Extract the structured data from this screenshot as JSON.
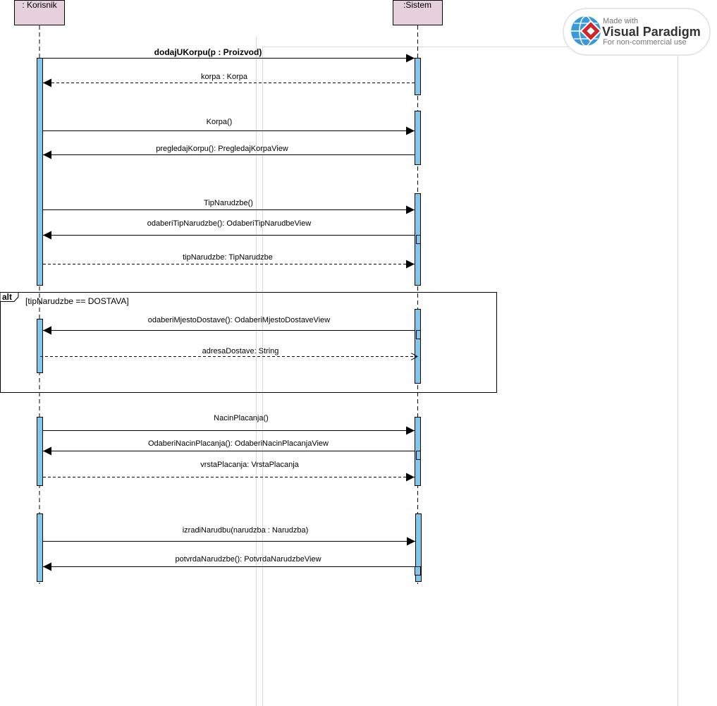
{
  "participants": [
    {
      "id": "korisnik",
      "label": ": Korisnik"
    },
    {
      "id": "sistem",
      "label": ":Sistem"
    }
  ],
  "messages": [
    {
      "label": "dodajUKorpu(p : Proizvod)",
      "bold": true,
      "type": "call",
      "from": "korisnik",
      "to": "sistem"
    },
    {
      "label": "korpa : Korpa",
      "type": "return",
      "from": "sistem",
      "to": "korisnik"
    },
    {
      "label": "Korpa()",
      "type": "call",
      "from": "korisnik",
      "to": "sistem"
    },
    {
      "label": "pregledajKorpu(): PregledajKorpaView",
      "type": "call",
      "from": "sistem",
      "to": "korisnik"
    },
    {
      "label": "TipNarudzbe()",
      "type": "call",
      "from": "korisnik",
      "to": "sistem"
    },
    {
      "label": "odaberiTipNarudzbe(): OdaberiTipNarudbeView",
      "type": "call",
      "from": "sistem",
      "to": "korisnik"
    },
    {
      "label": "tipNarudzbe: TipNarudzbe",
      "type": "return",
      "from": "korisnik",
      "to": "sistem"
    },
    {
      "label": "odaberiMjestoDostave(): OdaberiMjestoDostaveView",
      "type": "call",
      "from": "sistem",
      "to": "korisnik"
    },
    {
      "label": "adresaDostave: String",
      "type": "return-open",
      "from": "korisnik",
      "to": "sistem"
    },
    {
      "label": "NacinPlacanja()",
      "type": "call",
      "from": "korisnik",
      "to": "sistem"
    },
    {
      "label": "OdaberiNacinPlacanja(): OdaberiNacinPlacanjaView",
      "type": "call",
      "from": "sistem",
      "to": "korisnik"
    },
    {
      "label": "vrstaPlacanja: VrstaPlacanja",
      "type": "return",
      "from": "korisnik",
      "to": "sistem"
    },
    {
      "label": "izradiNarudbu(narudzba : Narudzba)",
      "type": "call",
      "from": "korisnik",
      "to": "sistem"
    },
    {
      "label": "potvrdaNarudzbe(): PotvrdaNarudzbeView",
      "type": "call",
      "from": "sistem",
      "to": "korisnik"
    }
  ],
  "fragment": {
    "operator": "alt",
    "guard": "[tipNarudzbe == DOSTAVA]"
  },
  "watermark": {
    "line1": "Made with",
    "line2": "Visual Paradigm",
    "line3": "For non-commercial use"
  },
  "colors": {
    "participant_fill": "#e6d0de",
    "activation_fill": "#7ec8ee",
    "line": "#000000",
    "logo_red": "#d0232a",
    "logo_blue": "#2b8fd4"
  }
}
